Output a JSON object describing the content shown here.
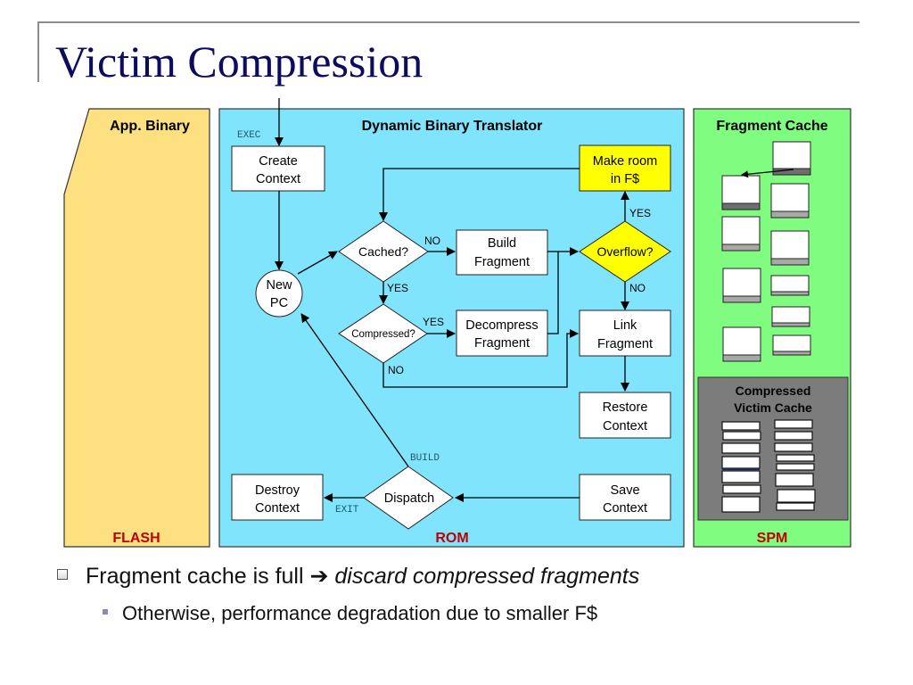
{
  "slide": {
    "title": "Victim Compression",
    "bullets": [
      {
        "text_plain": "Fragment cache is full ",
        "arrow": "➔",
        "text_emph": " discard compressed fragments",
        "sub": [
          "Otherwise, performance degradation due to smaller F$"
        ]
      }
    ]
  },
  "diagram": {
    "colors": {
      "flash": "#fde07f",
      "rom": "#80e4fc",
      "spm": "#80fc80",
      "victim_cache": "#7c7c7c",
      "highlight": "#ffff00",
      "region_label": "#c00000",
      "mono_label": "#1f5a6e"
    },
    "regions": {
      "app_binary": {
        "title": "App. Binary",
        "footer": "FLASH"
      },
      "translator": {
        "title": "Dynamic Binary Translator",
        "footer": "ROM"
      },
      "fragment_cache": {
        "title": "Fragment Cache",
        "footer": "SPM"
      },
      "victim_cache": {
        "title_line1": "Compressed",
        "title_line2": "Victim Cache"
      }
    },
    "nodes": {
      "create_context": [
        "Create",
        "Context"
      ],
      "new_pc": [
        "New",
        "PC"
      ],
      "cached": "Cached?",
      "build_fragment": [
        "Build",
        "Fragment"
      ],
      "overflow": "Overflow?",
      "make_room": [
        "Make room",
        "in F$"
      ],
      "compressed": "Compressed?",
      "decompress_fragment": [
        "Decompress",
        "Fragment"
      ],
      "link_fragment": [
        "Link",
        "Fragment"
      ],
      "restore_context": [
        "Restore",
        "Context"
      ],
      "save_context": [
        "Save",
        "Context"
      ],
      "dispatch": "Dispatch",
      "destroy_context": [
        "Destroy",
        "Context"
      ]
    },
    "edge_labels": {
      "exec": "EXEC",
      "cached_no": "NO",
      "cached_yes": "YES",
      "compressed_yes": "YES",
      "compressed_no": "NO",
      "overflow_yes": "YES",
      "overflow_no": "NO",
      "build": "BUILD",
      "exit": "EXIT"
    }
  }
}
